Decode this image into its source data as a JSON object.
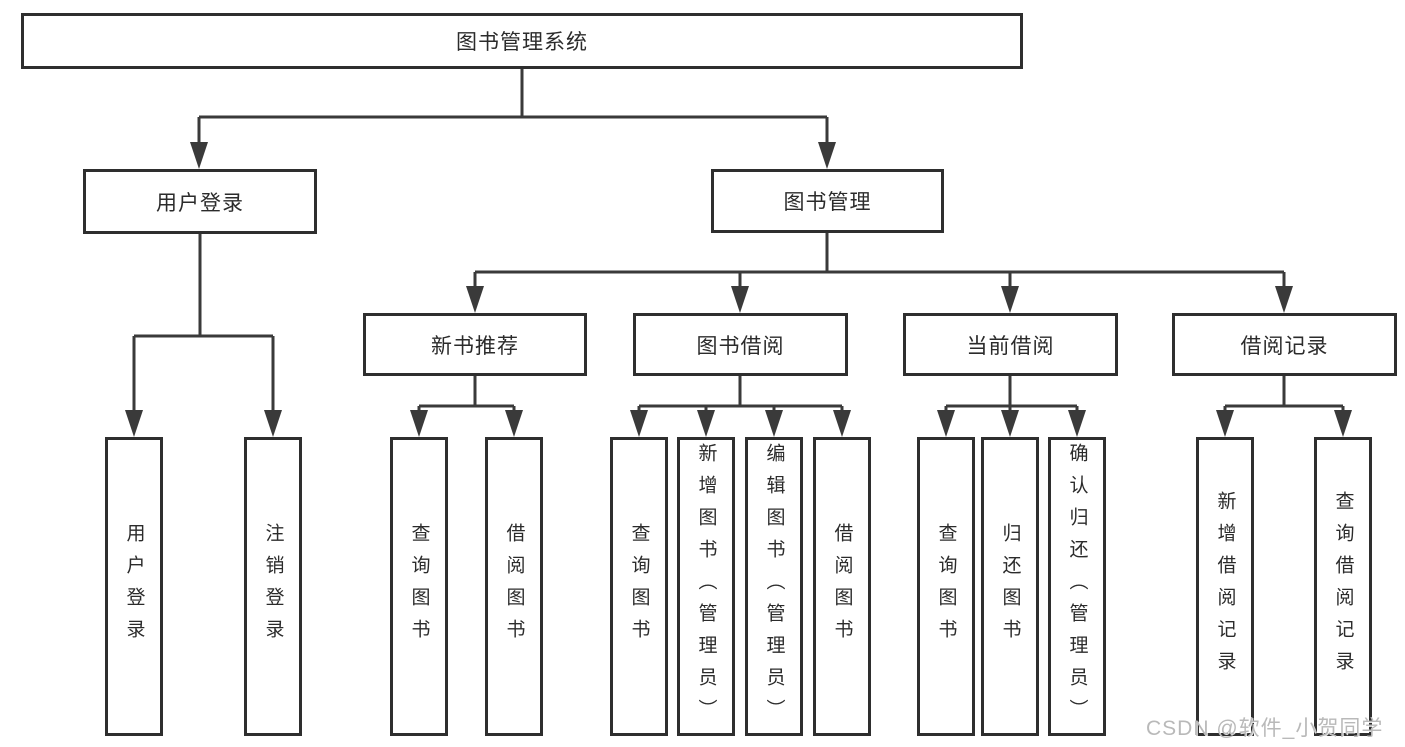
{
  "diagram": {
    "type": "hierarchy-diagram",
    "root": {
      "label": "图书管理系统"
    },
    "branches": [
      {
        "label": "用户登录",
        "children": [
          {
            "label": "用户登录"
          },
          {
            "label": "注销登录"
          }
        ]
      },
      {
        "label": "图书管理",
        "children": [
          {
            "label": "新书推荐",
            "children": [
              {
                "label": "查询图书"
              },
              {
                "label": "借阅图书"
              }
            ]
          },
          {
            "label": "图书借阅",
            "children": [
              {
                "label": "查询图书"
              },
              {
                "label": "新增图书（管理员）"
              },
              {
                "label": "编辑图书（管理员）"
              },
              {
                "label": "借阅图书"
              }
            ]
          },
          {
            "label": "当前借阅",
            "children": [
              {
                "label": "查询图书"
              },
              {
                "label": "归还图书"
              },
              {
                "label": "确认归还（管理员）"
              }
            ]
          },
          {
            "label": "借阅记录",
            "children": [
              {
                "label": "新增借阅记录"
              },
              {
                "label": "查询借阅记录"
              }
            ]
          }
        ]
      }
    ]
  },
  "watermark": {
    "text": "CSDN @软件_小贺同学"
  },
  "colors": {
    "line": "#3a3a3a",
    "border": "#2e2e2e",
    "text": "#2b2b2b",
    "watermark": "#b9b9b9",
    "bg": "#ffffff"
  }
}
